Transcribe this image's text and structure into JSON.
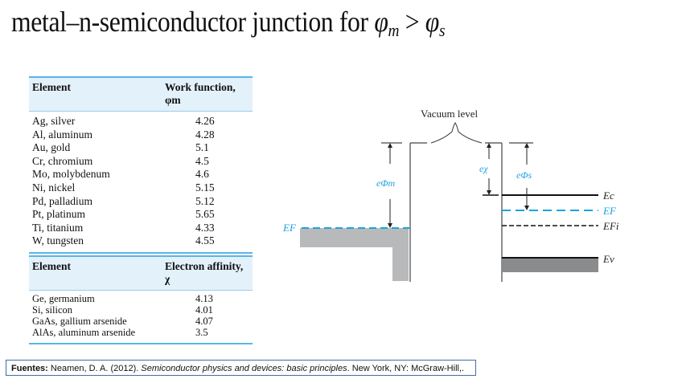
{
  "title": {
    "text": "metal–n-semiconductor junction for ",
    "phi": "φ",
    "sub_m": "m",
    "gt": " > ",
    "sub_s": "s"
  },
  "work_function_table": {
    "headers": [
      "Element",
      "Work function, φm"
    ],
    "rows": [
      {
        "element": "Ag, silver",
        "value": "4.26"
      },
      {
        "element": "Al, aluminum",
        "value": "4.28"
      },
      {
        "element": "Au, gold",
        "value": "5.1"
      },
      {
        "element": "Cr, chromium",
        "value": "4.5"
      },
      {
        "element": "Mo, molybdenum",
        "value": "4.6"
      },
      {
        "element": "Ni, nickel",
        "value": "5.15"
      },
      {
        "element": "Pd, palladium",
        "value": "5.12"
      },
      {
        "element": "Pt, platinum",
        "value": "5.65"
      },
      {
        "element": "Ti, titanium",
        "value": "4.33"
      },
      {
        "element": "W, tungsten",
        "value": "4.55"
      }
    ]
  },
  "electron_affinity_table": {
    "headers": [
      "Element",
      "Electron affinity, χ"
    ],
    "rows": [
      {
        "element": "Ge, germanium",
        "value": "4.13"
      },
      {
        "element": "Si, silicon",
        "value": "4.01"
      },
      {
        "element": "GaAs, gallium arsenide",
        "value": "4.07"
      },
      {
        "element": "AlAs, aluminum arsenide",
        "value": "3.5"
      }
    ]
  },
  "diagram": {
    "vacuum_level_label": "Vacuum level",
    "e_phi_m_label": "eΦm",
    "e_chi_label": "eχ",
    "e_phi_s_label": "eΦs",
    "ef_metal_label": "EF",
    "ec_label": "Ec",
    "ef_semi_label": "EF",
    "efi_label": "EFi",
    "ev_label": "Ev",
    "colors": {
      "accent_blue": "#1aa3e0",
      "band_gray": "#b8b9bb",
      "valence_gray": "#8a8b8d",
      "table_rule": "#5bb4e6",
      "table_header_bg": "#e3f1fb",
      "citation_border": "#3f6fa8"
    }
  },
  "citation": {
    "label": "Fuentes:",
    "authors": " Neamen, D. A. (2012). ",
    "book": "Semiconductor physics and devices: basic principles",
    "rest": ". New York, NY: McGraw-Hill,."
  }
}
